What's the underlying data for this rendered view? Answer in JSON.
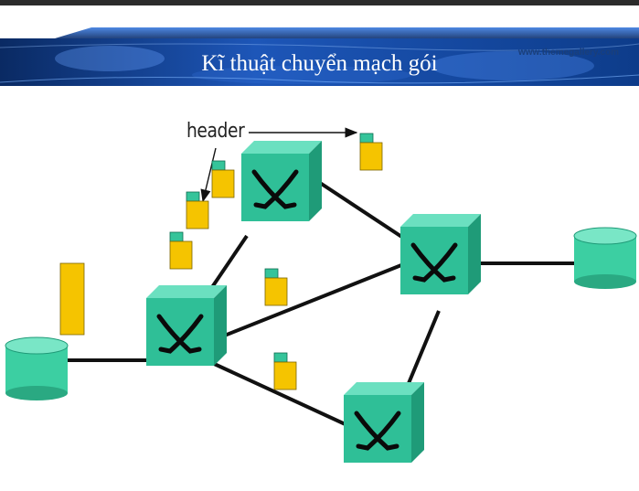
{
  "slide": {
    "website": "www.themegallery.com",
    "title": "Kĩ thuật chuyển mạch gói"
  },
  "diagram": {
    "header_label": "header",
    "colors": {
      "switch_face": "#2fbf97",
      "switch_top": "#5fdcba",
      "switch_side": "#1f9b78",
      "packet_body": "#f5c400",
      "packet_header": "#35c49a",
      "host": "#3ccfa2",
      "link": "#111111",
      "banner_dark": "#0b2e6b",
      "banner_mid": "#2f6bd0"
    },
    "icons": [
      "switch-cross-icon",
      "host-cylinder-icon",
      "packet-icon"
    ]
  }
}
